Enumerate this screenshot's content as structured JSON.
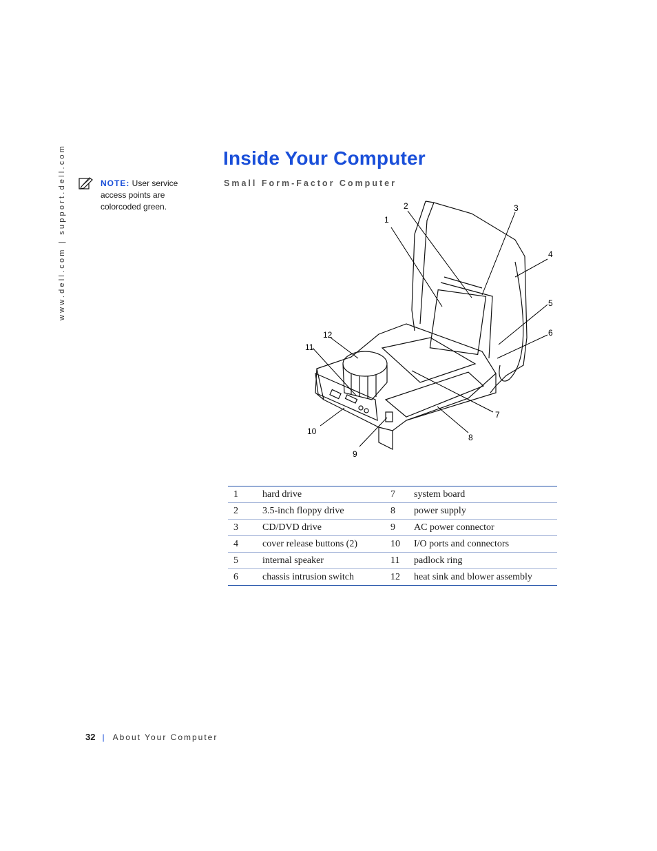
{
  "sidebar": {
    "url": "www.dell.com | support.dell.com"
  },
  "note": {
    "label": "NOTE:",
    "text": " User service access points are colorcoded green.",
    "icon": "pencil-note-icon"
  },
  "header": {
    "title": "Inside Your Computer",
    "subtitle": "Small Form-Factor Computer"
  },
  "figure": {
    "callouts": [
      "1",
      "2",
      "3",
      "4",
      "5",
      "6",
      "7",
      "8",
      "9",
      "10",
      "11",
      "12"
    ]
  },
  "parts_table": {
    "rows": [
      {
        "n1": "1",
        "label1": "hard drive",
        "n2": "7",
        "label2": "system board"
      },
      {
        "n1": "2",
        "label1": "3.5-inch floppy drive",
        "n2": "8",
        "label2": "power supply"
      },
      {
        "n1": "3",
        "label1": "CD/DVD drive",
        "n2": "9",
        "label2": "AC power connector"
      },
      {
        "n1": "4",
        "label1": "cover release buttons (2)",
        "n2": "10",
        "label2": "I/O ports and connectors"
      },
      {
        "n1": "5",
        "label1": "internal speaker",
        "n2": "11",
        "label2": "padlock ring"
      },
      {
        "n1": "6",
        "label1": "chassis intrusion switch",
        "n2": "12",
        "label2": "heat sink and blower assembly"
      }
    ]
  },
  "footer": {
    "page_number": "32",
    "separator": "|",
    "section": "About Your Computer"
  },
  "colors": {
    "accent": "#1a4fd9",
    "rule": "#1f4fa8"
  }
}
